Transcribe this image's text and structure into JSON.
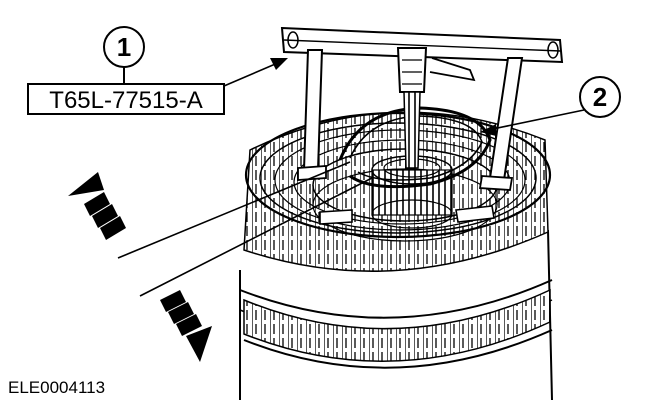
{
  "callouts": [
    {
      "number": "1",
      "part_number": "T65L-77515-A"
    },
    {
      "number": "2"
    }
  ],
  "figure_id": "ELE0004113"
}
